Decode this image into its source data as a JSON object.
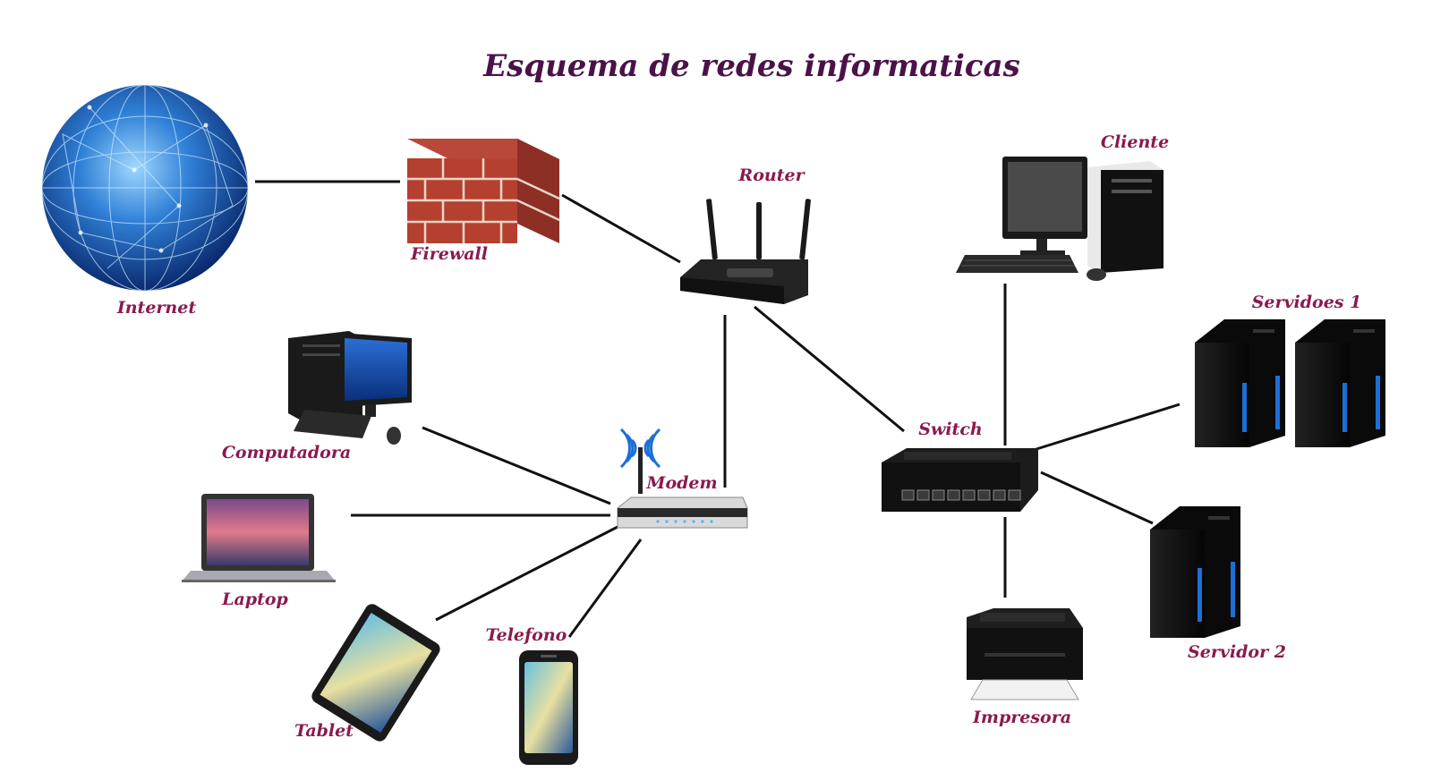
{
  "title": "Esquema de redes informaticas",
  "colors": {
    "title": "#4a1248",
    "label": "#8a1a4e",
    "line": "#111111"
  },
  "nodes": {
    "internet": "Internet",
    "firewall": "Firewall",
    "router": "Router",
    "cliente": "Cliente",
    "servidores1": "Servidoes 1",
    "switch": "Switch",
    "servidor2": "Servidor 2",
    "impresora": "Impresora",
    "computadora": "Computadora",
    "modem": "Modem",
    "laptop": "Laptop",
    "telefono": "Telefono",
    "tablet": "Tablet"
  },
  "icons": {
    "internet": "globe-icon",
    "firewall": "brick-wall-icon",
    "router": "router-icon",
    "cliente": "desktop-computer-icon",
    "servidores1": "server-tower-icon",
    "switch": "network-switch-icon",
    "servidor2": "server-tower-icon",
    "impresora": "printer-icon",
    "computadora": "desktop-computer-icon",
    "modem": "wireless-modem-icon",
    "laptop": "laptop-icon",
    "telefono": "smartphone-icon",
    "tablet": "tablet-icon"
  },
  "connections": [
    [
      "internet",
      "firewall"
    ],
    [
      "firewall",
      "router"
    ],
    [
      "router",
      "modem"
    ],
    [
      "router",
      "switch"
    ],
    [
      "switch",
      "cliente"
    ],
    [
      "switch",
      "servidores1"
    ],
    [
      "switch",
      "servidor2"
    ],
    [
      "switch",
      "impresora"
    ],
    [
      "modem",
      "computadora"
    ],
    [
      "modem",
      "laptop"
    ],
    [
      "modem",
      "tablet"
    ],
    [
      "modem",
      "telefono"
    ]
  ]
}
